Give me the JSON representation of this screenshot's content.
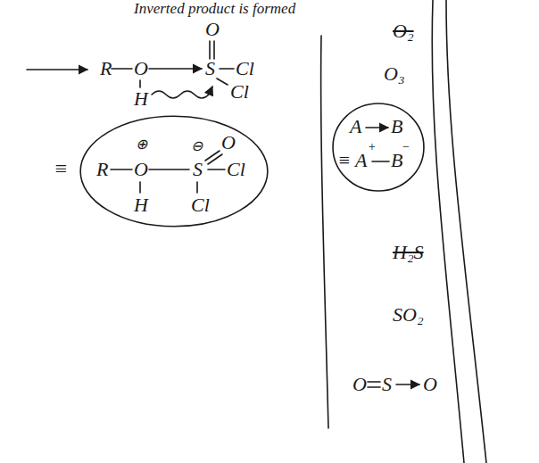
{
  "diagram": {
    "nodes": [
      {
        "text": [
          "R",
          "O",
          "⊕",
          "S",
          "⊖",
          "O",
          "Cl",
          "H",
          "Cl"
        ]
      },
      {
        "text": [
          "A",
          "B",
          "≡",
          "A",
          "+",
          "B",
          "−"
        ]
      }
    ],
    "labels": [
      "Inverted product is formed",
      "R",
      "O",
      "S",
      "O",
      "Cl",
      "Cl",
      "H",
      "≡",
      "O₂",
      "O₃",
      "H₂S",
      "SO₂",
      "O",
      "S",
      "O"
    ]
  }
}
